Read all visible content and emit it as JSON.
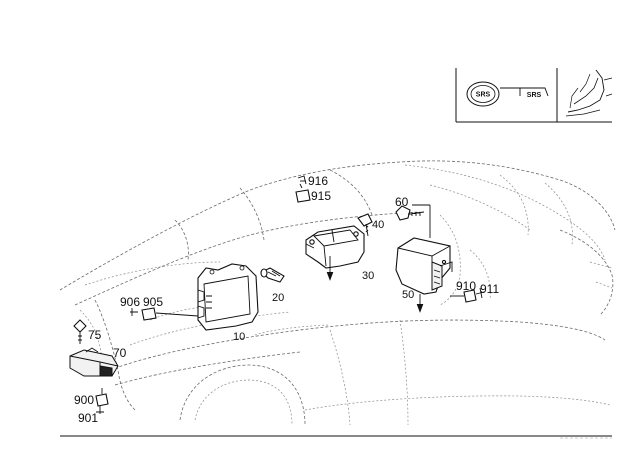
{
  "inset": {
    "badge_left": "SRS",
    "badge_right": "SRS"
  },
  "callouts": {
    "c10": "10",
    "c20": "20",
    "c30": "30",
    "c40": "40",
    "c50": "50",
    "c60": "60",
    "c70": "70",
    "c75": "75",
    "c900": "900",
    "c901": "901",
    "c905": "905",
    "c906": "906",
    "c910": "910",
    "c911": "911",
    "c915": "915",
    "c916": "916"
  }
}
